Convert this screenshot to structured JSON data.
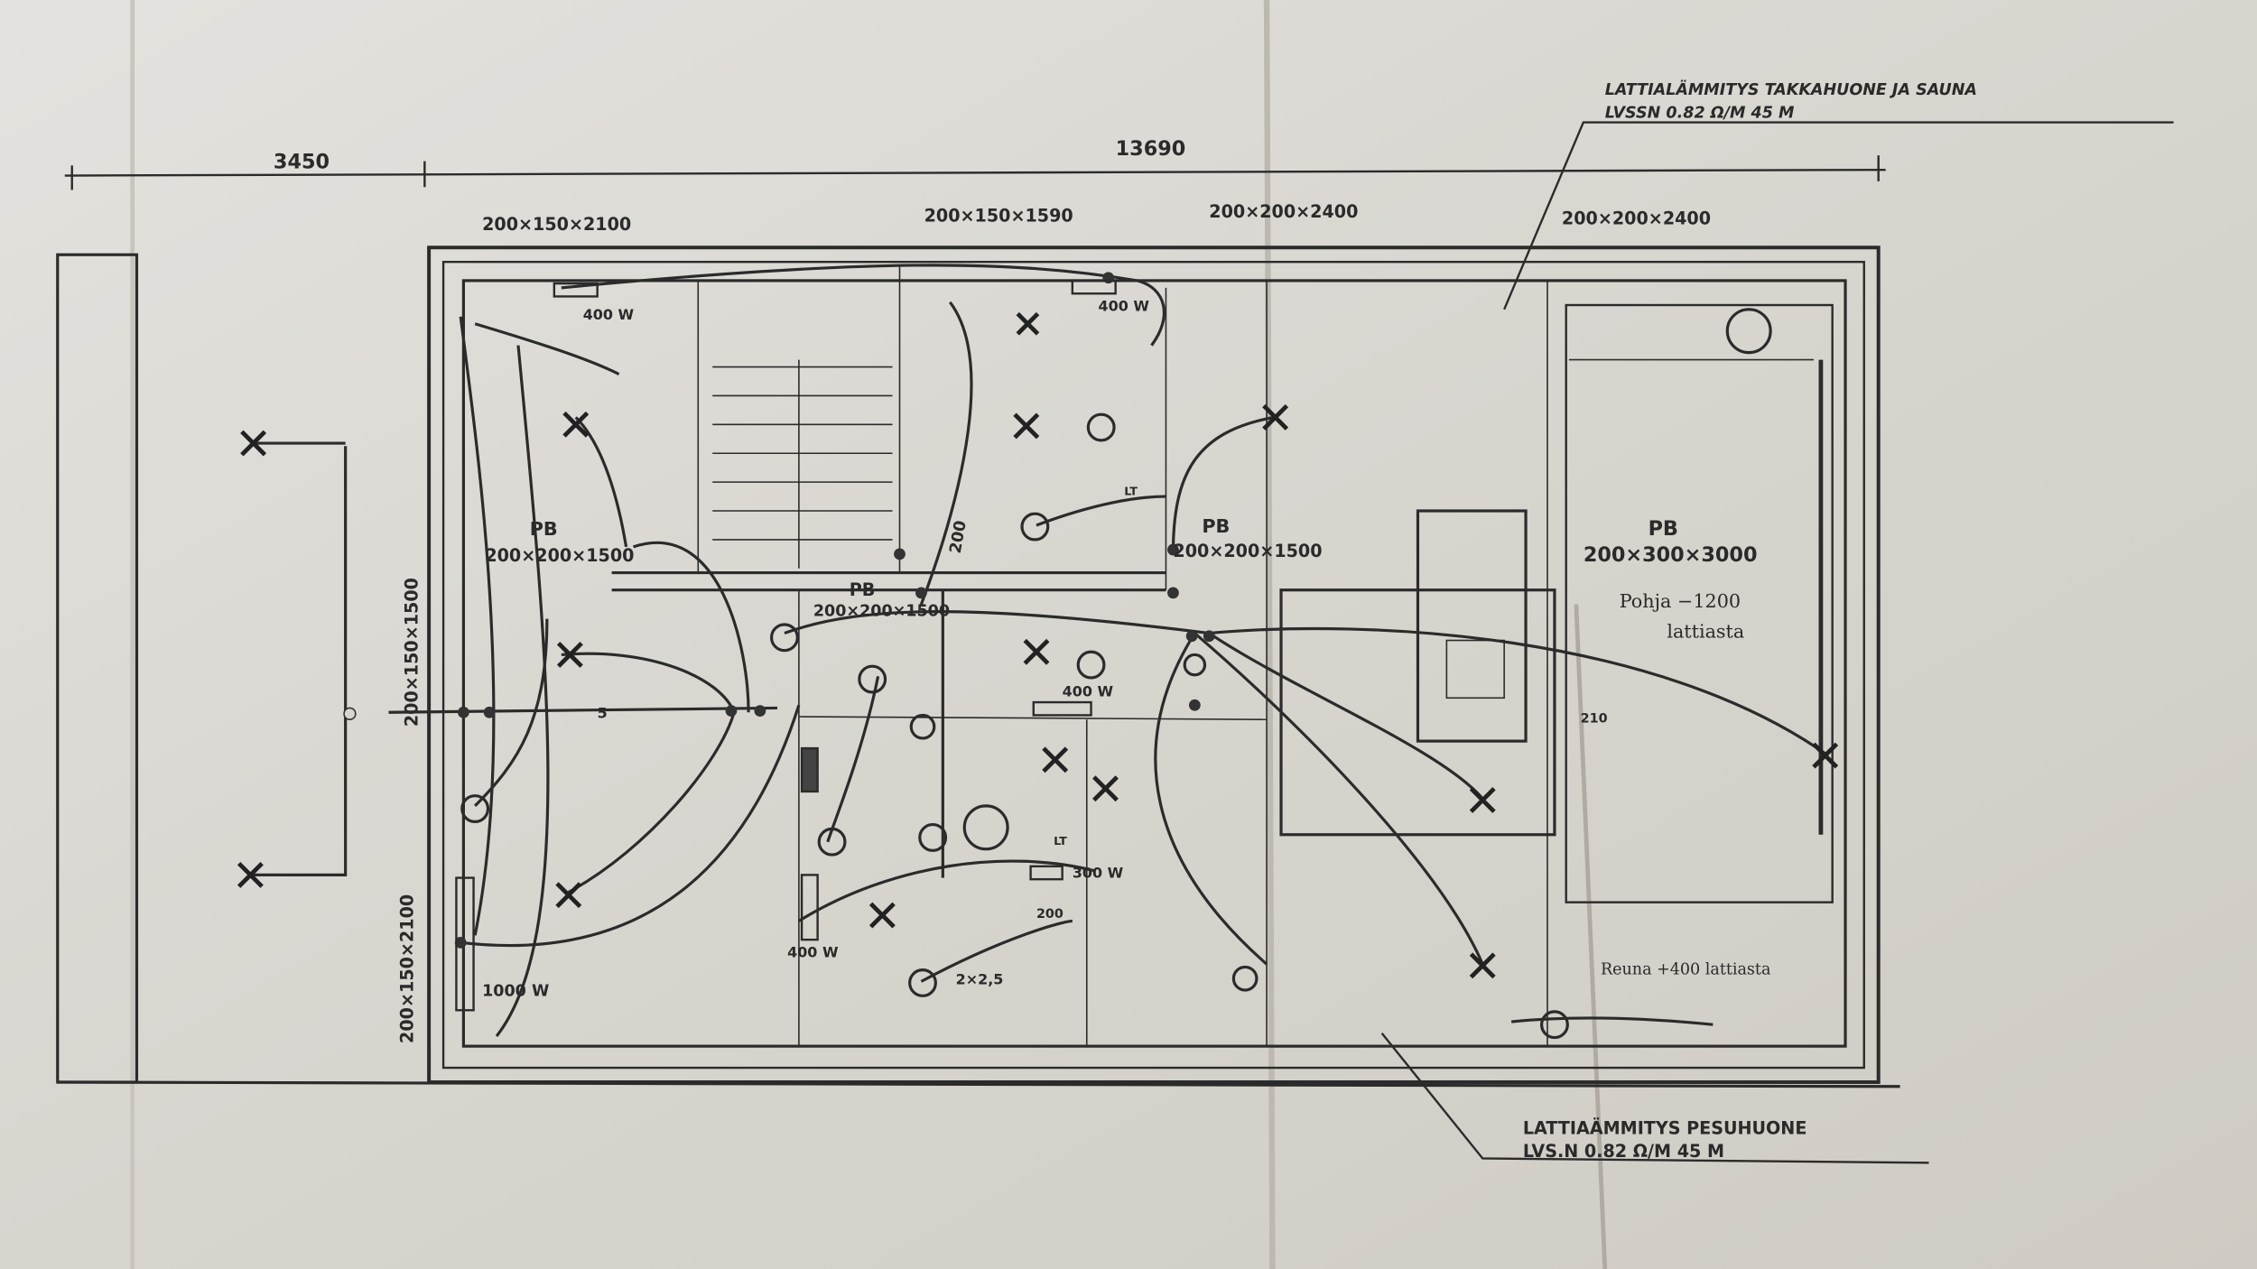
{
  "drawing": {
    "dimensions": {
      "left_width": "3450",
      "total_width": "13690"
    },
    "windows": [
      "200×150×2100",
      "200×150×1590",
      "200×200×2400",
      "200×200×2400",
      "200×150×1500",
      "200×150×2100"
    ],
    "floor_heating_top": {
      "title": "LATTIALÄMMITYS   TAKKAHUONE  JA  SAUNA",
      "spec": "LVSSN  0.82 Ω/M    45 M"
    },
    "floor_heating_bottom": {
      "title": "LATTIAÄMMITYS    PESUHUONE",
      "spec": "LVS.N  0.82 Ω/M      45 M"
    },
    "doors": [
      {
        "type": "PB",
        "size": "200×200×1500"
      },
      {
        "type": "PB",
        "size": "200×200×1500"
      },
      {
        "type": "PB",
        "size": "200×200×1500"
      }
    ],
    "sauna_door": {
      "type": "PB",
      "size": "200×300×3000",
      "note1": "Pohja −1200",
      "note2": "lattiasta"
    },
    "heaters": [
      "400 W",
      "400 W",
      "400 W",
      "300 W",
      "400 W",
      "1000 W"
    ],
    "labels": {
      "lt1": "LT",
      "lt2": "LT",
      "vertical_200": "200",
      "cable": "2×2,5",
      "edge_note": "Reuna +400 lattiasta",
      "size_210": "210",
      "size_200": "200",
      "wire_count": "5"
    },
    "colors": {
      "paper": "#d9d6d0",
      "ink": "#2b2b2b"
    }
  }
}
